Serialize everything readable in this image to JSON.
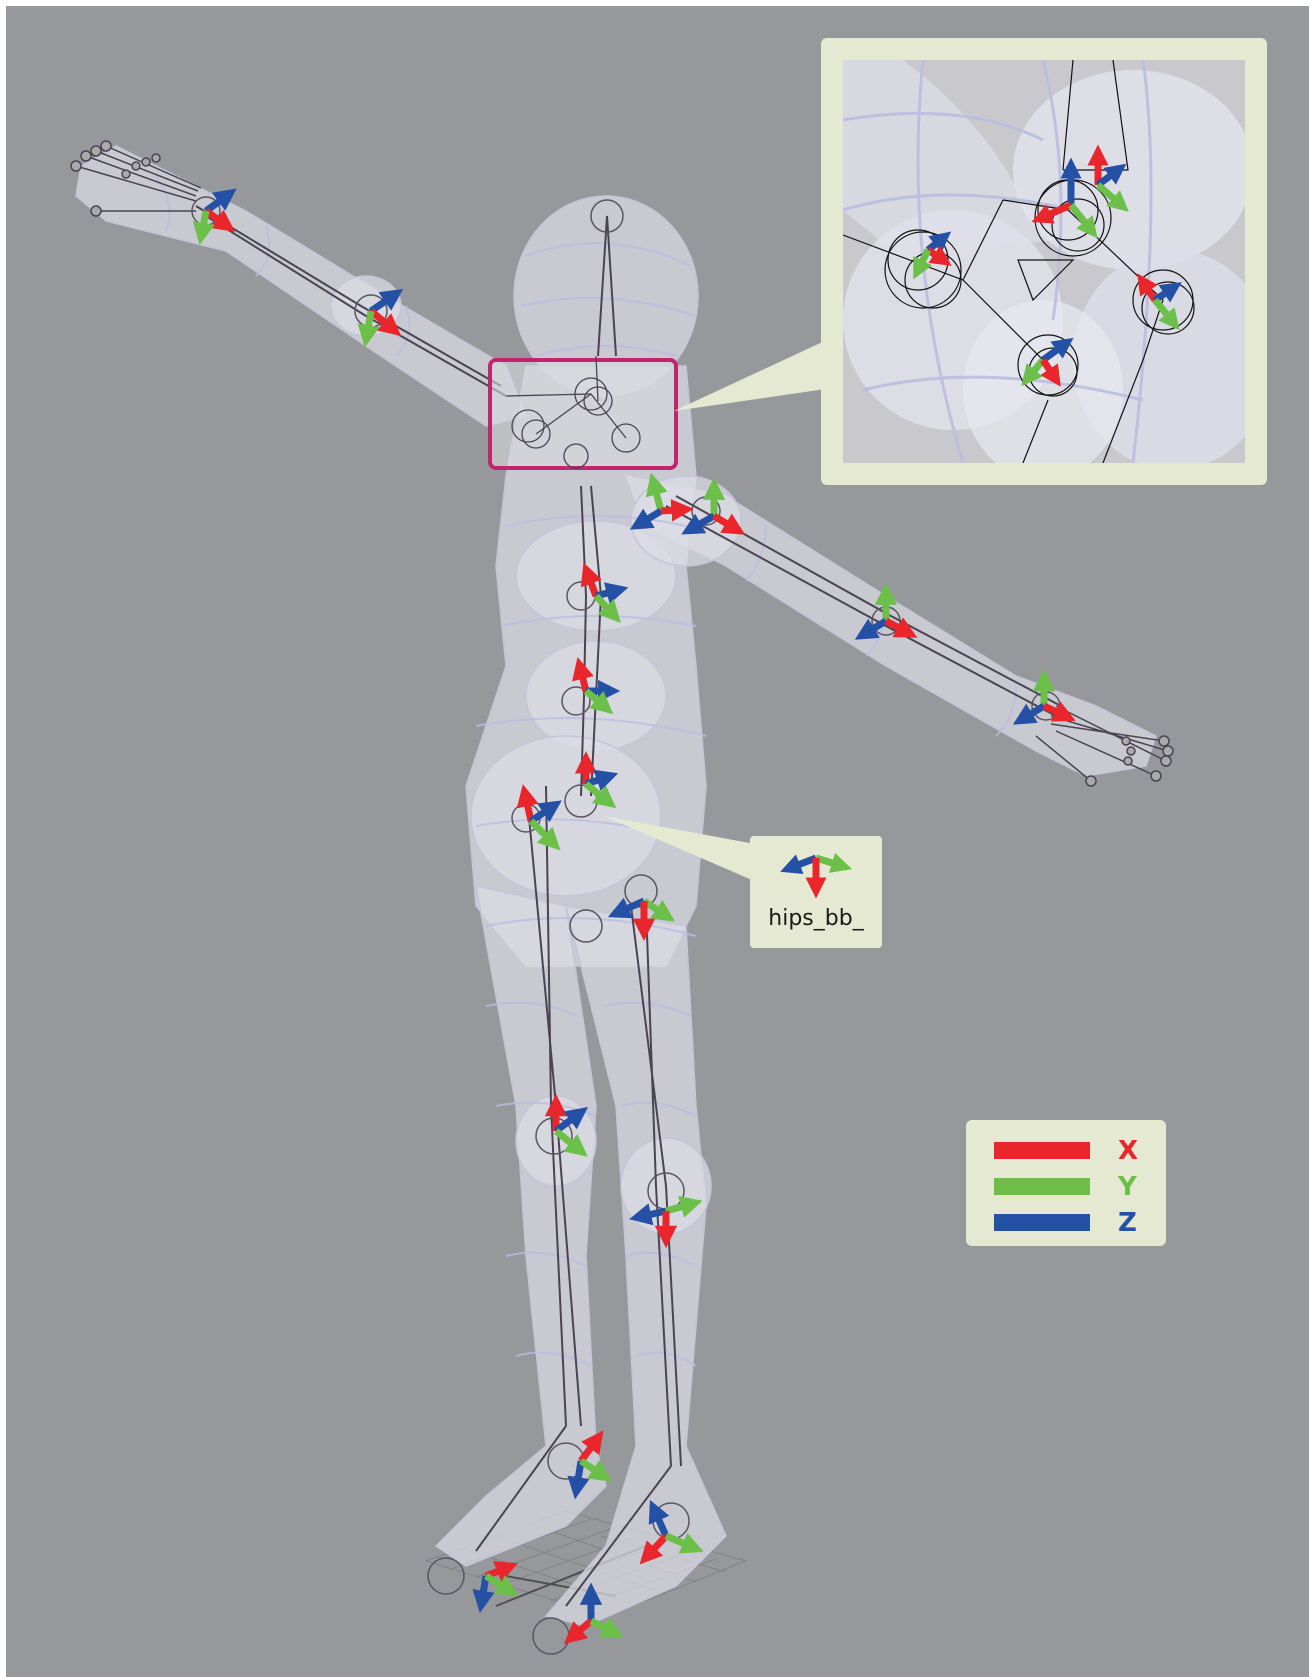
{
  "colors": {
    "background": "#97989b",
    "panel": "#e6e9d2",
    "axis_x": "#e8262b",
    "axis_y": "#6cc04a",
    "axis_z": "#2451a5",
    "highlight_box": "#c2246f",
    "body_fill": "#dcdde6",
    "mesh_lines": "#b9bde0",
    "bone_lines": "#4a4452"
  },
  "legend": {
    "items": [
      {
        "label": "X",
        "color": "#e8262b"
      },
      {
        "label": "Y",
        "color": "#6cc04a"
      },
      {
        "label": "Z",
        "color": "#2451a5"
      }
    ]
  },
  "callout": {
    "label": "hips_bb_"
  },
  "inset": {
    "icon": "zoomed-neck-joints"
  }
}
